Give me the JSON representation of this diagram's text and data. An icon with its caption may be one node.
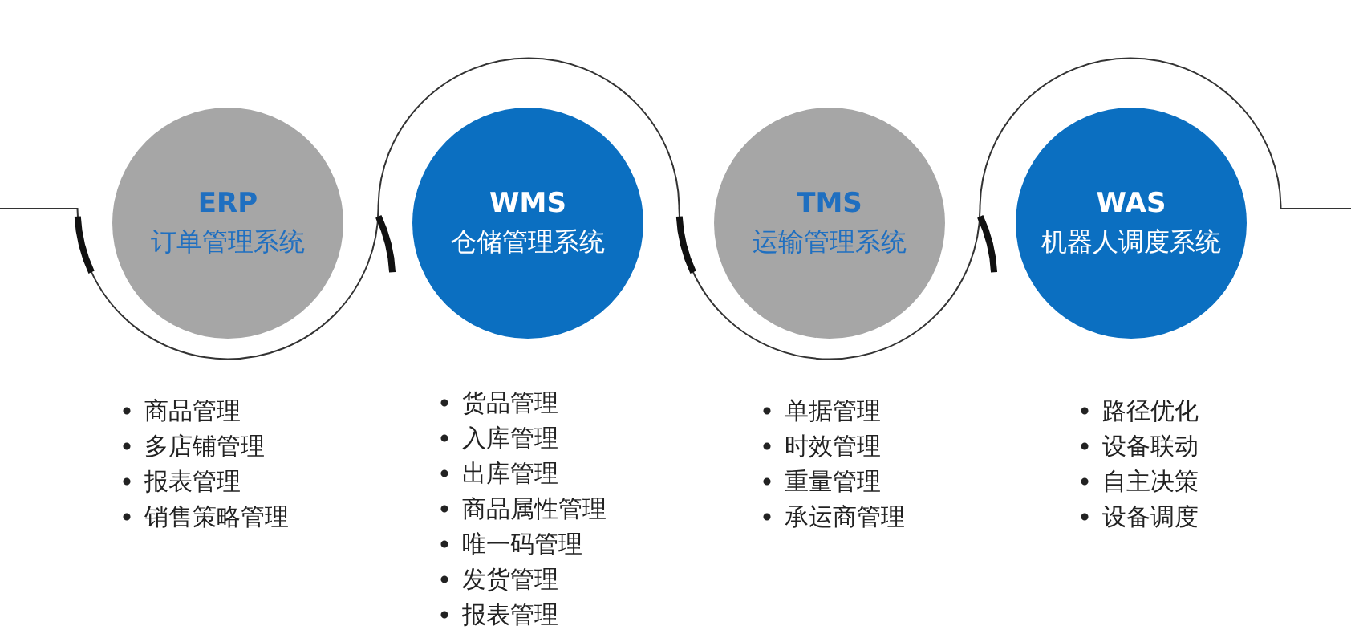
{
  "diagram": {
    "nodes": [
      {
        "text": [
          "ERP",
          "订单管理系统"
        ],
        "beside": [
          "商品管理",
          "多店铺管理",
          "报表管理",
          "销售策略管理"
        ]
      },
      {
        "text": [
          "WMS",
          "仓储管理系统"
        ],
        "beside": [
          "货品管理",
          "入库管理",
          "出库管理",
          "商品属性管理",
          "唯一码管理",
          "发货管理",
          "报表管理"
        ]
      },
      {
        "text": [
          "TMS",
          "运输管理系统"
        ],
        "beside": [
          "单据管理",
          "时效管理",
          "重量管理",
          "承运商管理"
        ]
      },
      {
        "text": [
          "WAS",
          "机器人调度系统"
        ],
        "beside": [
          "路径优化",
          "设备联动",
          "自主决策",
          "设备调度"
        ]
      }
    ]
  }
}
